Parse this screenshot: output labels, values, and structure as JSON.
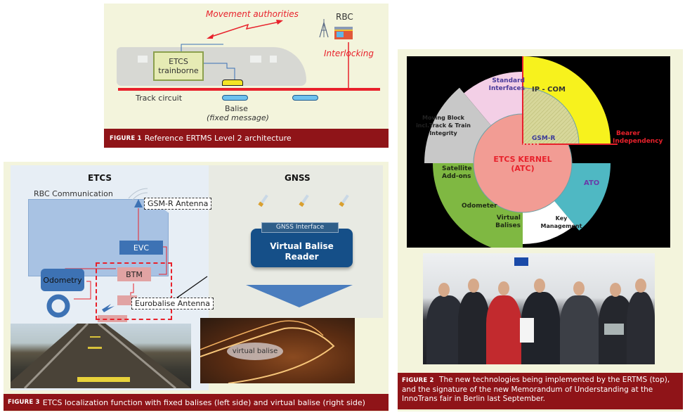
{
  "figure1": {
    "labels": {
      "movement_authorities": "Movement authorities",
      "rbc": "RBC",
      "interlocking": "Interlocking",
      "etcs_trainborne_line1": "ETCS",
      "etcs_trainborne_line2": "trainborne",
      "track_circuit": "Track circuit",
      "balise": "Balise",
      "fixed_message": "(fixed message)"
    },
    "caption": {
      "label": "FIGURE 1",
      "text": "Reference ERTMS Level 2 architecture"
    }
  },
  "figure3": {
    "etcs_title": "ETCS",
    "gnss_title": "GNSS",
    "rbc_communication": "RBC Communication",
    "gsmr_antenna": "GSM-R Antenna",
    "evc": "EVC",
    "btm": "BTM",
    "odometry": "Odometry",
    "eurobalise_antenna": "Eurobalise Antenna",
    "gnss_interface": "GNSS Interface",
    "virtual_balise_reader_line1": "Virtual Balise",
    "virtual_balise_reader_line2": "Reader",
    "virtual_balise": "virtual balise",
    "caption": {
      "label": "FIGURE 3",
      "text": "ETCS localization function with fixed balises (left side) and virtual balise (right side)"
    }
  },
  "figure2": {
    "diagram": {
      "center_line1": "ETCS KERNEL",
      "center_line2": "(ATC)",
      "segments": [
        {
          "label": "Standard Interfaces",
          "color": "#f3cfe6"
        },
        {
          "label": "IP - COM",
          "color": "#f7f21d"
        },
        {
          "label": "GSM-R",
          "color": "#d7d79a"
        },
        {
          "label": "ATO",
          "color": "#4fb8c3"
        },
        {
          "label": "Key Management",
          "color": "#ffffff"
        },
        {
          "label": "Satellite Add-ons",
          "color": "#7fb842"
        },
        {
          "label": "Odometer",
          "color": "#7fb842"
        },
        {
          "label": "Virtual Balises",
          "color": "#7fb842"
        },
        {
          "label": "Moving Block incl.Track & Train Integrity",
          "color": "#c8c8c8"
        }
      ],
      "bearer_line1": "Bearer",
      "bearer_line2": "Independency"
    },
    "caption": {
      "label": "FIGURE 2",
      "text": "The new technologies being implemented by the ERTMS (top), and the signature of the new Memorandum of Understanding at the InnoTrans fair in Berlin last September."
    }
  },
  "colors": {
    "caption_bg": "#8f1418",
    "panel_bg": "#f3f4dc",
    "accent_red": "#e8212b",
    "etcs_blue": "#3d72b4"
  }
}
